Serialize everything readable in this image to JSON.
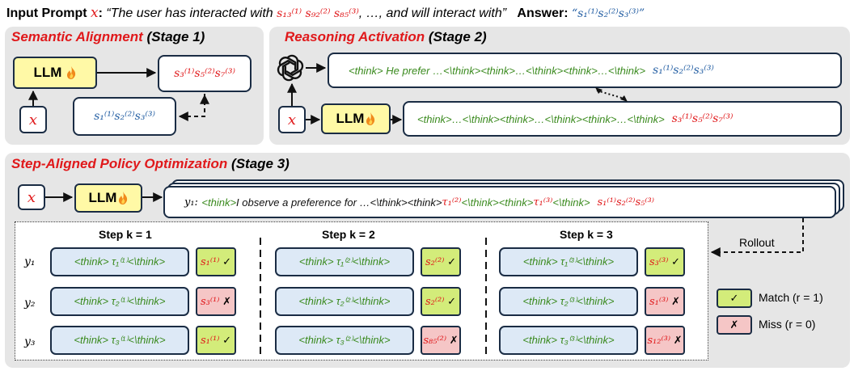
{
  "header": {
    "input_label": "Input Prompt",
    "x_symbol": "x",
    "prompt_text": "“The user has interacted with",
    "prompt_items": "s₁₃⁽¹⁾ s₉₂⁽²⁾ s₈₅⁽³⁾",
    "prompt_tail": ", …, and will interact with”",
    "answer_label": "Answer:",
    "answer_value": "“s₁⁽¹⁾s₂⁽²⁾s₃⁽³⁾”"
  },
  "stage1": {
    "title": "Semantic Alignment",
    "stage": "(Stage 1)",
    "llm_label": "LLM",
    "x_label": "x",
    "output_tokens": "s₃⁽¹⁾s₅⁽²⁾s₇⁽³⁾",
    "target_tokens": "s₁⁽¹⁾s₂⁽²⁾s₃⁽³⁾"
  },
  "stage2": {
    "title": "Reasoning Activation",
    "stage": "(Stage 2)",
    "llm_label": "LLM",
    "x_label": "x",
    "teacher_think": "<think> He prefer …<\\think><think>…<\\think><think>…<\\think>",
    "teacher_tokens": "s₁⁽¹⁾s₂⁽²⁾s₃⁽³⁾",
    "student_think": "<think>…<\\think><think>…<\\think><think>…<\\think>",
    "student_tokens": "s₃⁽¹⁾s₅⁽²⁾s₇⁽³⁾"
  },
  "stage3": {
    "title": "Step-Aligned Policy Optimization",
    "stage": "(Stage 3)",
    "llm_label": "LLM",
    "x_label": "x",
    "y1_label": "y₁:",
    "think_open": "<think>",
    "observe_text": " I observe a preference for …<\\think><think> ",
    "tau12": "τ₁⁽²⁾",
    "mid_text": "<\\think><think> ",
    "tau13": "τ₁⁽³⁾",
    "close_text": "<\\think>",
    "output_tokens": "s₁⁽¹⁾s₂⁽²⁾s₅⁽³⁾",
    "rollout_label": "Rollout",
    "steps": [
      {
        "label": "Step k = 1"
      },
      {
        "label": "Step k = 2"
      },
      {
        "label": "Step k = 3"
      }
    ],
    "row_labels": [
      "y₁",
      "y₂",
      "y₃"
    ],
    "cells": [
      [
        {
          "think": "<think> τ₁⁽¹⁾<\\think>",
          "item": "s₁⁽¹⁾",
          "mark": "✓",
          "match": true
        },
        {
          "think": "<think> τ₁⁽²⁾<\\think>",
          "item": "s₂⁽²⁾",
          "mark": "✓",
          "match": true
        },
        {
          "think": "<think> τ₁⁽³⁾<\\think>",
          "item": "s₃⁽³⁾",
          "mark": "✓",
          "match": true
        }
      ],
      [
        {
          "think": "<think> τ₂⁽¹⁾<\\think>",
          "item": "s₃⁽¹⁾",
          "mark": "✗",
          "match": false
        },
        {
          "think": "<think> τ₂⁽²⁾<\\think>",
          "item": "s₂⁽²⁾",
          "mark": "✓",
          "match": true
        },
        {
          "think": "<think> τ₂⁽³⁾<\\think>",
          "item": "s₁⁽³⁾",
          "mark": "✗",
          "match": false
        }
      ],
      [
        {
          "think": "<think> τ₃⁽¹⁾<\\think>",
          "item": "s₁⁽¹⁾",
          "mark": "✓",
          "match": true
        },
        {
          "think": "<think> τ₃⁽²⁾<\\think>",
          "item": "s₈₅⁽²⁾",
          "mark": "✗",
          "match": false
        },
        {
          "think": "<think> τ₃⁽³⁾<\\think>",
          "item": "s₁₂⁽³⁾",
          "mark": "✗",
          "match": false
        }
      ]
    ],
    "legend": {
      "match_mark": "✓",
      "match_label": "Match (r = 1)",
      "miss_mark": "✗",
      "miss_label": "Miss (r = 0)"
    }
  },
  "colors": {
    "red": "#e0191b",
    "blue": "#2660a4",
    "green": "#3a8a1e",
    "llm_fill": "#fff9a6",
    "think_fill": "#dde9f6",
    "match_fill": "#d3ec7a",
    "miss_fill": "#f5c6c6"
  },
  "icons": [
    "fire-icon",
    "openai-logo-icon"
  ]
}
